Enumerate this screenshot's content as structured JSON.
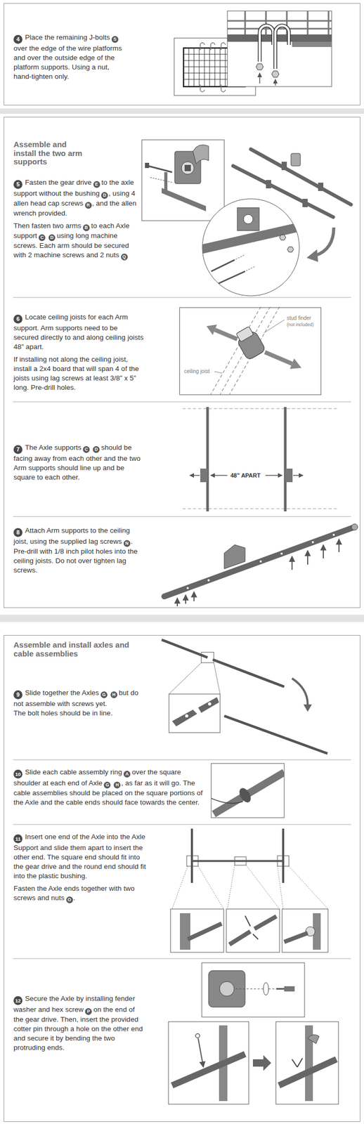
{
  "diagram": {
    "nodes": [
      {
        "text": [
          "Place the remaining J-bolts",
          "over the edge of the wire platforms and over the outside edge of the platform supports. Using a nut, hand-tighten only."
        ]
      },
      {
        "text": [
          "Assemble and install the two arm supports",
          "Fasten the gear drive",
          "to the axle support without the bushing",
          ", using 4 allen head cap screws",
          ", and the allen wrench provided.",
          "Then fasten two arms",
          "to each Axle support",
          "using long machine screws. Each arm should be secured with 2 machine screws and 2 nuts",
          "Locate ceiling joists for each Arm support. Arm supports need to be secured directly to and along ceiling joists 48” apart.",
          "If installing not along the ceiling joist, install a 2x4 board that will span 4 of the joists using lag screws at least 3/8” x 5” long. Pre-drill holes.",
          "The Axle supports",
          "should be facing away from each other and the two Arm supports should line up and be square to each other.",
          "Attach Arm supports to the ceiling joist, using the supplied lag screws",
          ". Pre-drill with 1/8 inch pilot holes into the ceiling joists. Do not over tighten lag screws."
        ]
      },
      {
        "text": [
          "stud finder",
          "(not included)",
          "ceiling joist"
        ],
        "in": 1
      },
      {
        "text": [
          "Assemble and install axles and cable assemblies",
          "Slide together the Axles",
          "but do not assemble with screws yet.",
          "The bolt holes should be in line.",
          "Slide each cable assembly ring",
          "over the square shoulder at each end of Axle",
          ", as far as it will go. The cable assemblies should be placed on the square portions of the Axle and the cable ends should face towards the center.",
          "Insert one end of the Axle into the Axle Support and slide them apart to insert the other end. The square end should fit into the gear drive and the round end should fit into the plastic bushing.",
          "Fasten the Axle ends together with two screws and nuts",
          ".",
          "Secure the Axle by installing fender washer and hex screw",
          "on the end of the gear drive. Then, insert the provided cotter pin through a hole on the other end and secure it by bending the two protruding ends."
        ]
      }
    ],
    "labels": [
      "4",
      "S",
      "5",
      "E",
      "D",
      "R",
      "B",
      "C",
      "D",
      "Q",
      "6",
      "7",
      "C",
      "D",
      "48” APART",
      "8",
      "N",
      "9",
      "G",
      "H",
      "10",
      "A",
      "G",
      "H",
      "11",
      "O",
      "12",
      "P"
    ]
  }
}
